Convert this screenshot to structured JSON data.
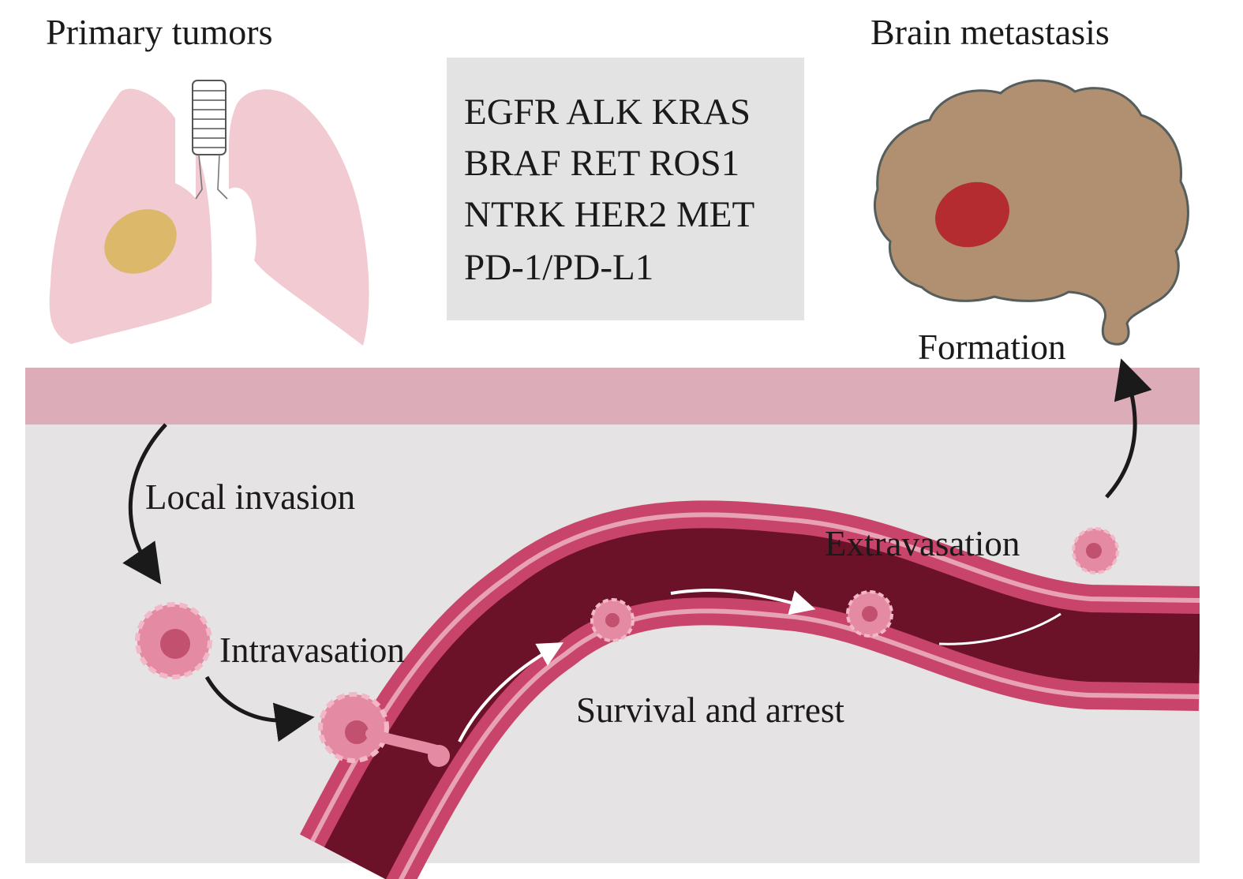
{
  "titles": {
    "primary": "Primary tumors",
    "metastasis": "Brain metastasis"
  },
  "genes": {
    "lines": [
      "EGFR ALK KRAS",
      "BRAF RET ROS1",
      "NTRK HER2 MET",
      "PD-1/PD-L1"
    ]
  },
  "steps": {
    "local_invasion": "Local invasion",
    "intravasation": "Intravasation",
    "survival_and_arrest": "Survival and arrest",
    "extravasation": "Extravasation",
    "formation": "Formation"
  },
  "colors": {
    "lung": "#f2cad2",
    "lung_tumor": "#dbb86a",
    "brain": "#b09070",
    "brain_outline": "#555e5c",
    "brain_tumor": "#b52c30",
    "membrane_band": "#dcadb9",
    "tissue": "#e5e3e4",
    "vessel_wall": "#c9446b",
    "vessel_lumen": "#6b1228",
    "tumor_cell": "#e48aa3",
    "tumor_nucleus": "#c2506f",
    "gene_box": "#e3e3e3"
  }
}
